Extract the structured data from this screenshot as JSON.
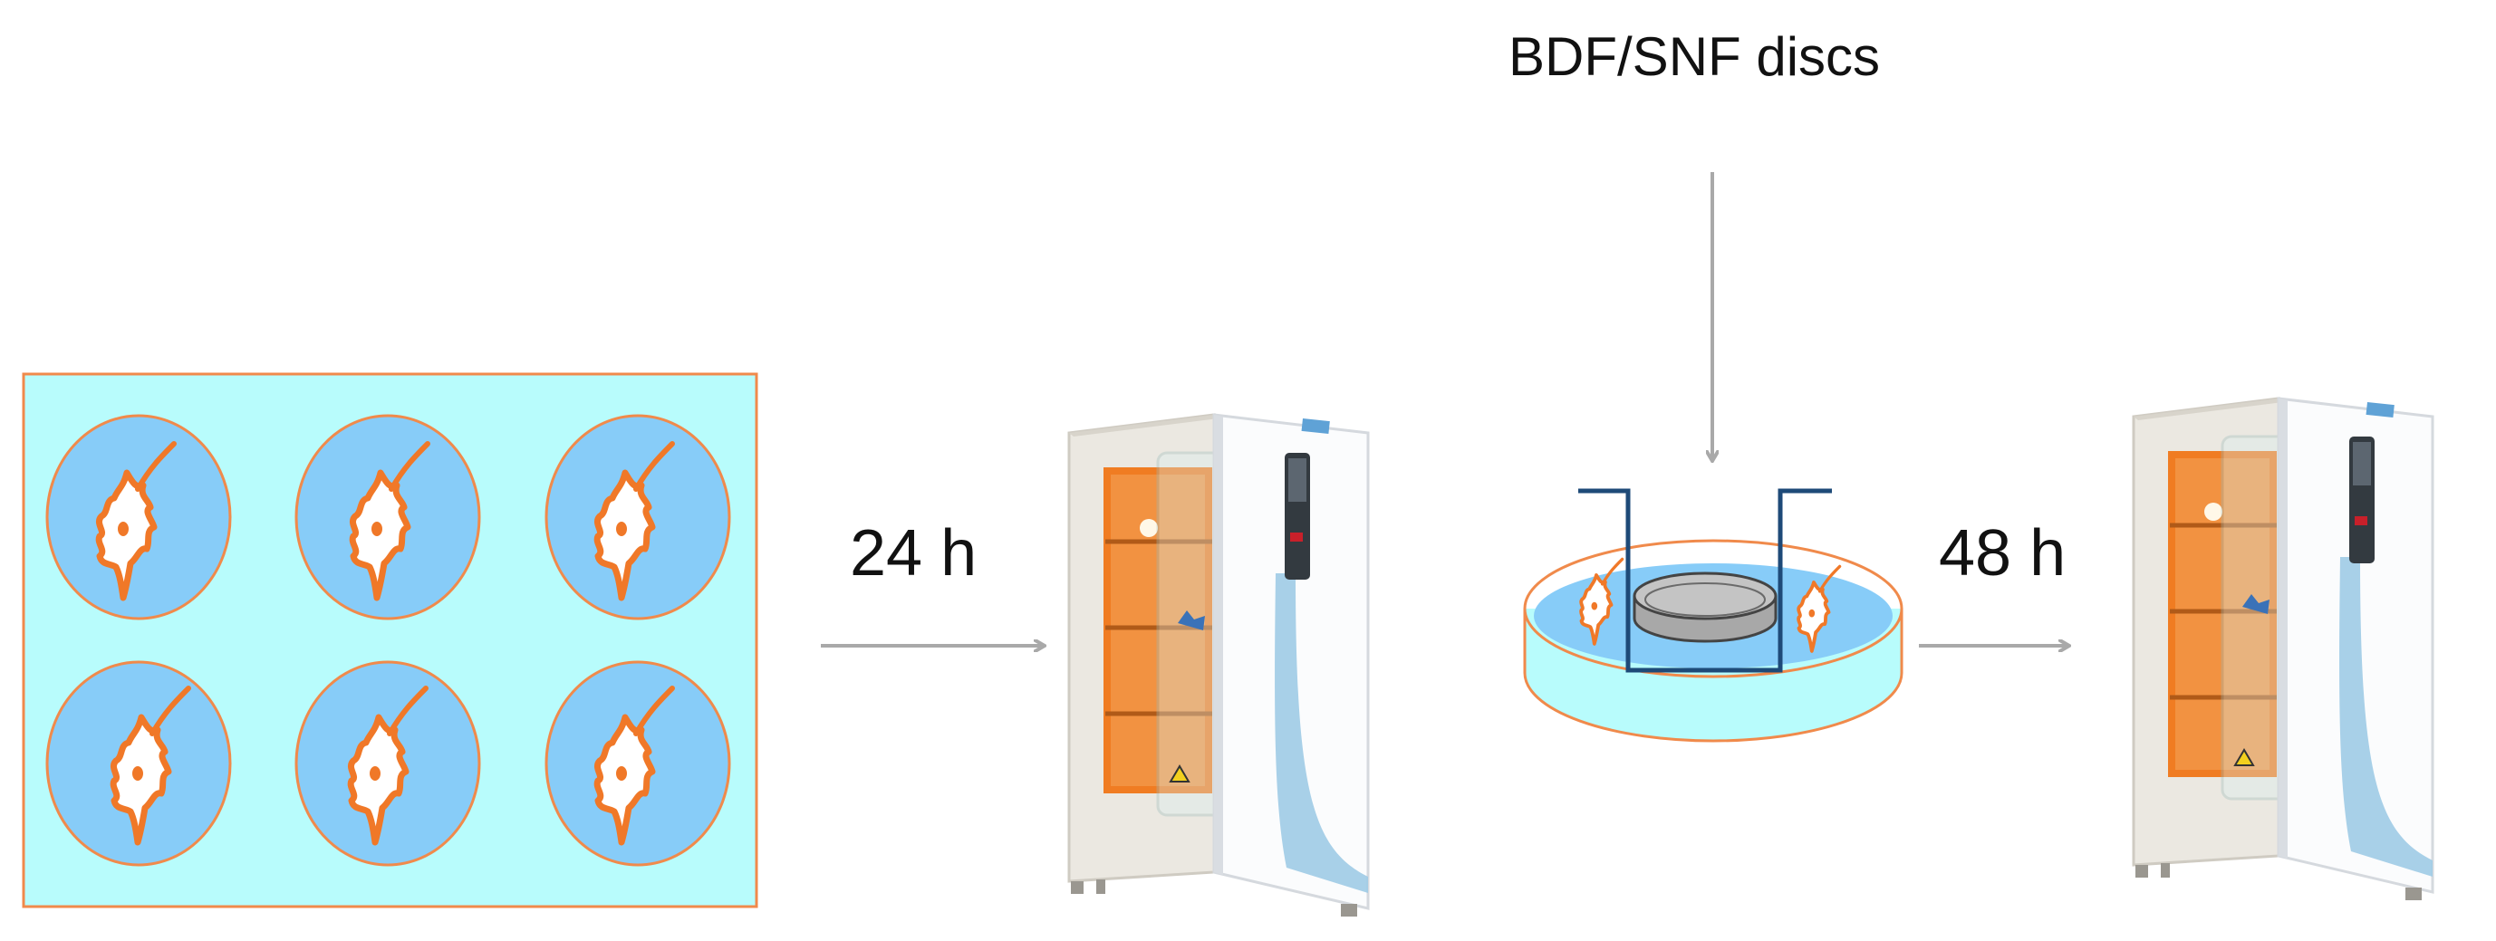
{
  "labels": {
    "discs": "BDF/SNF discs",
    "first_incubation": "24 h",
    "second_incubation": "48 h"
  },
  "colors": {
    "plate_fill": "#b8fcfc",
    "well_fill": "#87ccf8",
    "outline": "#f08a4b",
    "cell_fill": "#ffffff",
    "cell_border": "#f07828",
    "arrow": "#a9a9a9",
    "insert_frame": "#1e4a78",
    "disc_fill": "#bcbcbc",
    "incubator_body": "#e8e6e0",
    "incubator_chamber": "#f07c22",
    "incubator_door": "#fbfcfd",
    "incubator_stripe": "#9fcbe6"
  },
  "icons": [
    "six-well-plate",
    "cell-icon",
    "incubator-icon",
    "transwell-dish-icon",
    "arrow"
  ]
}
